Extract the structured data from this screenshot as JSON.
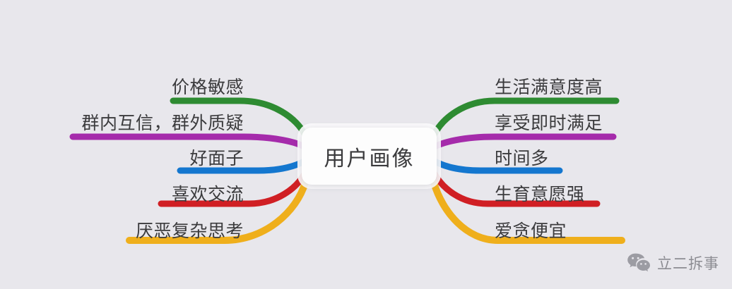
{
  "background_color": "#e8e7ec",
  "center": {
    "title": "用户画像",
    "text_color": "#3a3a3c",
    "card_color": "#fdfdfd"
  },
  "branches": {
    "left": [
      {
        "label": "价格敏感",
        "color": "#2e8b32"
      },
      {
        "label": "群内互信，群外质疑",
        "color": "#a52bab"
      },
      {
        "label": "好面子",
        "color": "#1477cf"
      },
      {
        "label": "喜欢交流",
        "color": "#d01f24"
      },
      {
        "label": "厌恶复杂思考",
        "color": "#efaf1c"
      }
    ],
    "right": [
      {
        "label": "生活满意度高",
        "color": "#2e8b32"
      },
      {
        "label": "享受即时满足",
        "color": "#a52bab"
      },
      {
        "label": "时间多",
        "color": "#1477cf"
      },
      {
        "label": "生育意愿强",
        "color": "#d01f24"
      },
      {
        "label": "爱贪便宜",
        "color": "#efaf1c"
      }
    ]
  },
  "watermark": {
    "text": "立二拆事",
    "icon": "wechat-icon"
  }
}
